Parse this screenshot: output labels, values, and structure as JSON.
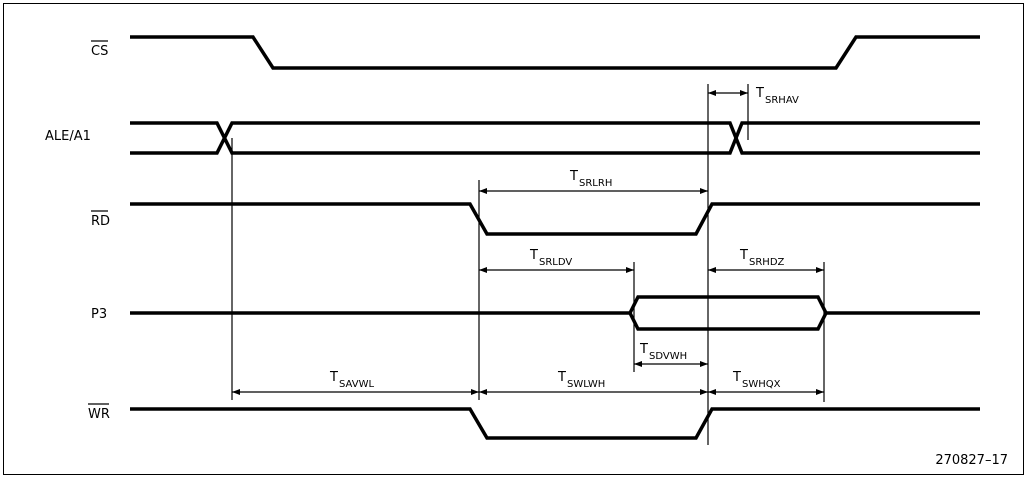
{
  "signals": [
    "CS",
    "ALE/A1",
    "RD",
    "P3",
    "WR"
  ],
  "timings": [
    {
      "main": "T",
      "sub": "SRHAV"
    },
    {
      "main": "T",
      "sub": "SRLRH"
    },
    {
      "main": "T",
      "sub": "SRLDV"
    },
    {
      "main": "T",
      "sub": "SRHDZ"
    },
    {
      "main": "T",
      "sub": "SDVWH"
    },
    {
      "main": "T",
      "sub": "SAVWL"
    },
    {
      "main": "T",
      "sub": "SWLWH"
    },
    {
      "main": "T",
      "sub": "SWHQX"
    }
  ],
  "figure_id": "270827–17"
}
